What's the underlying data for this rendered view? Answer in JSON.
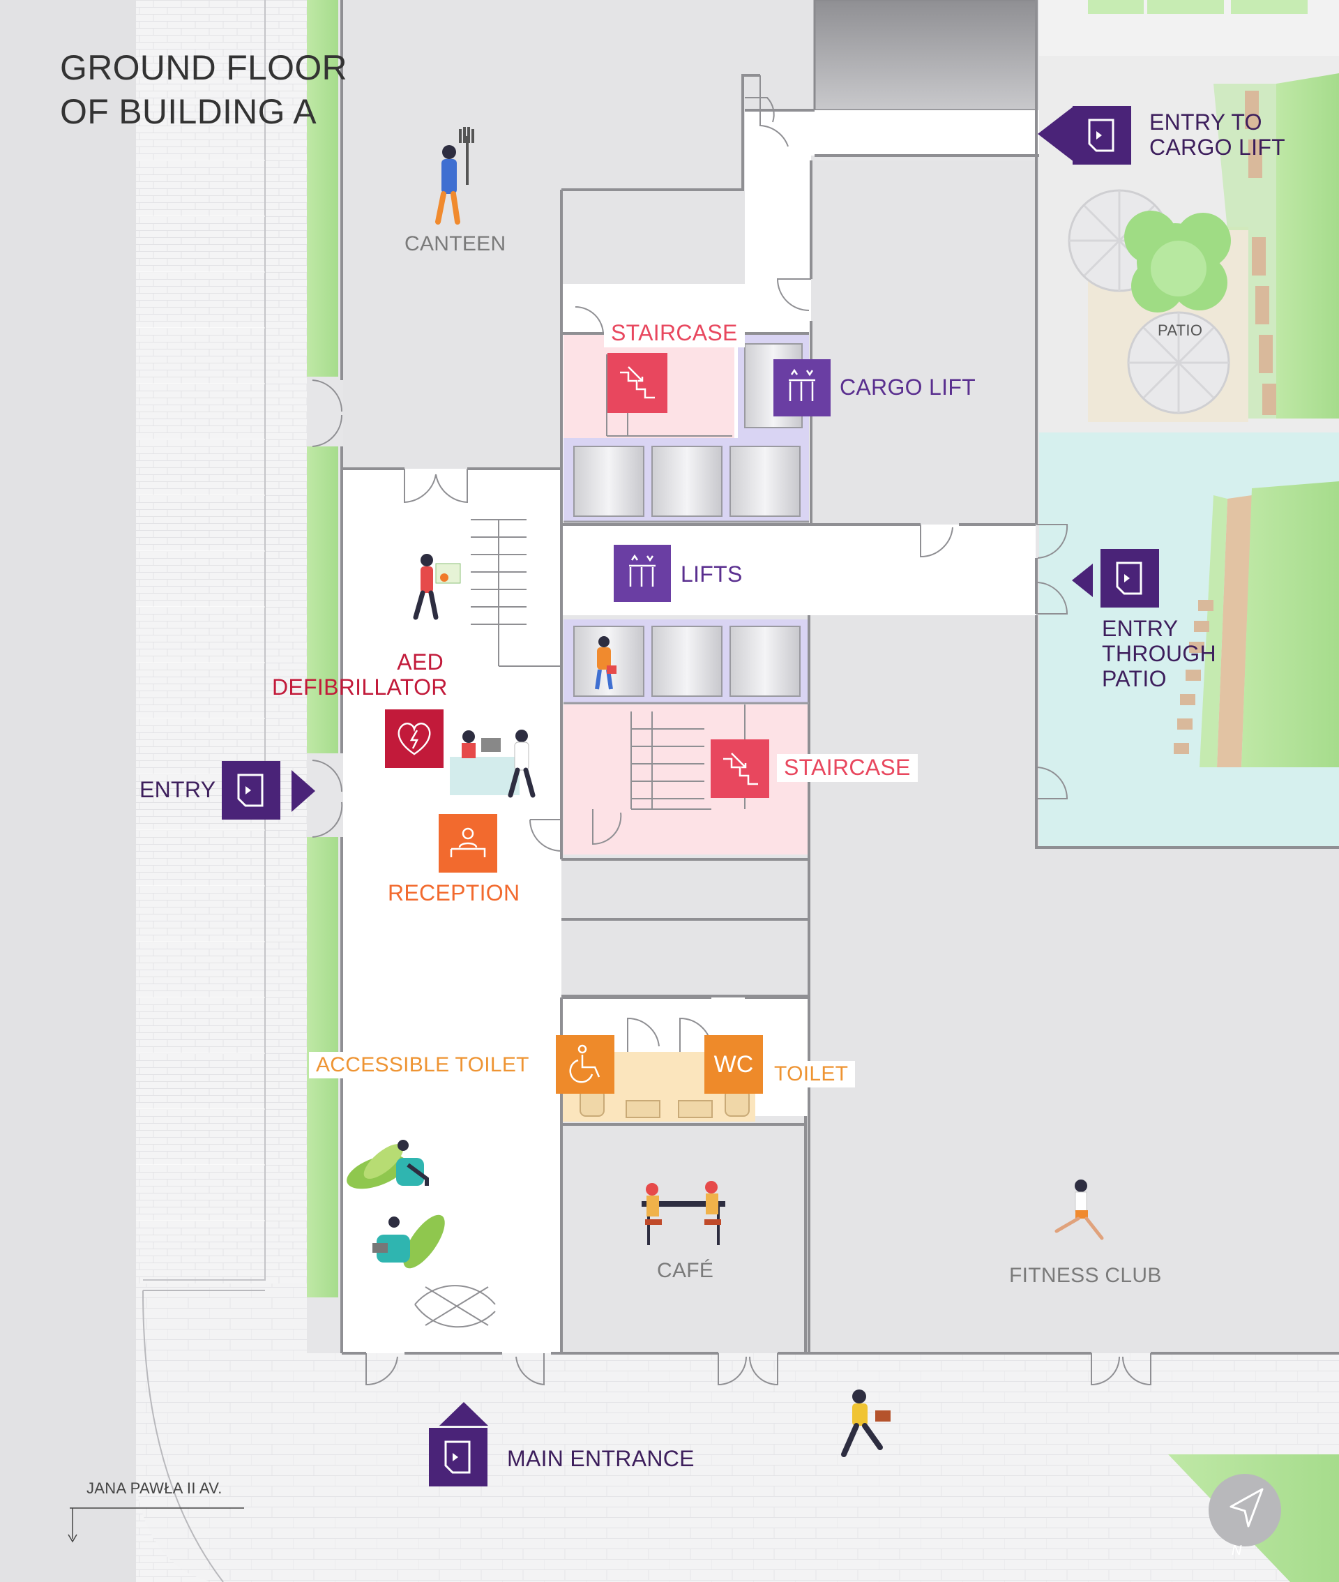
{
  "title": {
    "line1": "GROUND FLOOR",
    "line2": "OF BUILDING A"
  },
  "rooms": {
    "canteen": "CANTEEN",
    "patio": "PATIO",
    "cafe": "CAFÉ",
    "fitness": "FITNESS CLUB"
  },
  "facilities": {
    "staircase_top": "STAIRCASE",
    "staircase_bottom": "STAIRCASE",
    "cargo_lift": "CARGO LIFT",
    "lifts": "LIFTS",
    "aed_line1": "AED",
    "aed_line2": "DEFIBRILLATOR",
    "reception": "RECEPTION",
    "accessible_toilet": "ACCESSIBLE TOILET",
    "toilet": "TOILET",
    "wc": "WC"
  },
  "entries": {
    "entry": "ENTRY",
    "cargo_line1": "ENTRY TO",
    "cargo_line2": "CARGO LIFT",
    "patio_line1": "ENTRY",
    "patio_line2": "THROUGH",
    "patio_line3": "PATIO",
    "main": "MAIN ENTRANCE"
  },
  "street": "JANA PAWŁA II AV.",
  "compass": "N",
  "colors": {
    "entry_purple": "#4a2378",
    "lift_purple": "#6a3ea3",
    "staircase_red": "#e8475e",
    "aed_red": "#c21a3a",
    "reception_orange": "#f26a2e",
    "toilet_orange": "#ee8a2a",
    "green": "#b5e49a",
    "patio_teal": "#d6f0ee"
  },
  "icons": [
    "entry-door-icon",
    "staircase-icon",
    "lift-icon",
    "aed-heart-icon",
    "reception-desk-icon",
    "wheelchair-icon",
    "compass-icon"
  ]
}
